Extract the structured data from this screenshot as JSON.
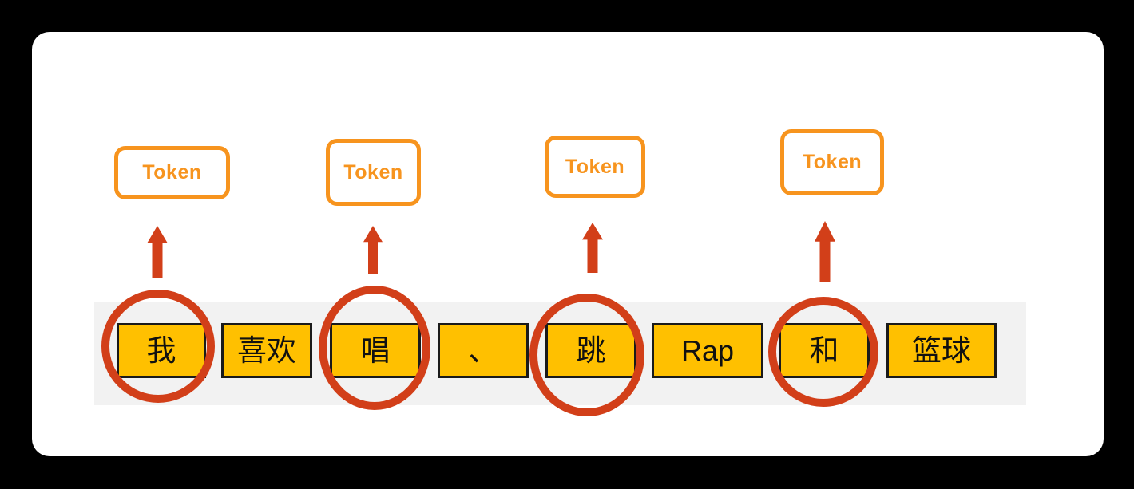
{
  "colors": {
    "page_background": "#000000",
    "card_background": "#ffffff",
    "accent_orange": "#F7941E",
    "accent_red": "#D23F19",
    "chip_fill": "#FFC000",
    "chip_border": "#1a1a1a",
    "strip_background": "#F2F2F2"
  },
  "token_boxes": [
    {
      "label": "Token"
    },
    {
      "label": "Token"
    },
    {
      "label": "Token"
    },
    {
      "label": "Token"
    }
  ],
  "sentence_tokens": [
    {
      "text": "我",
      "circled": true
    },
    {
      "text": "喜欢",
      "circled": false
    },
    {
      "text": "唱",
      "circled": true
    },
    {
      "text": "、",
      "circled": false
    },
    {
      "text": "跳",
      "circled": true
    },
    {
      "text": "Rap",
      "circled": false
    },
    {
      "text": "和",
      "circled": true
    },
    {
      "text": "篮球",
      "circled": false
    }
  ]
}
